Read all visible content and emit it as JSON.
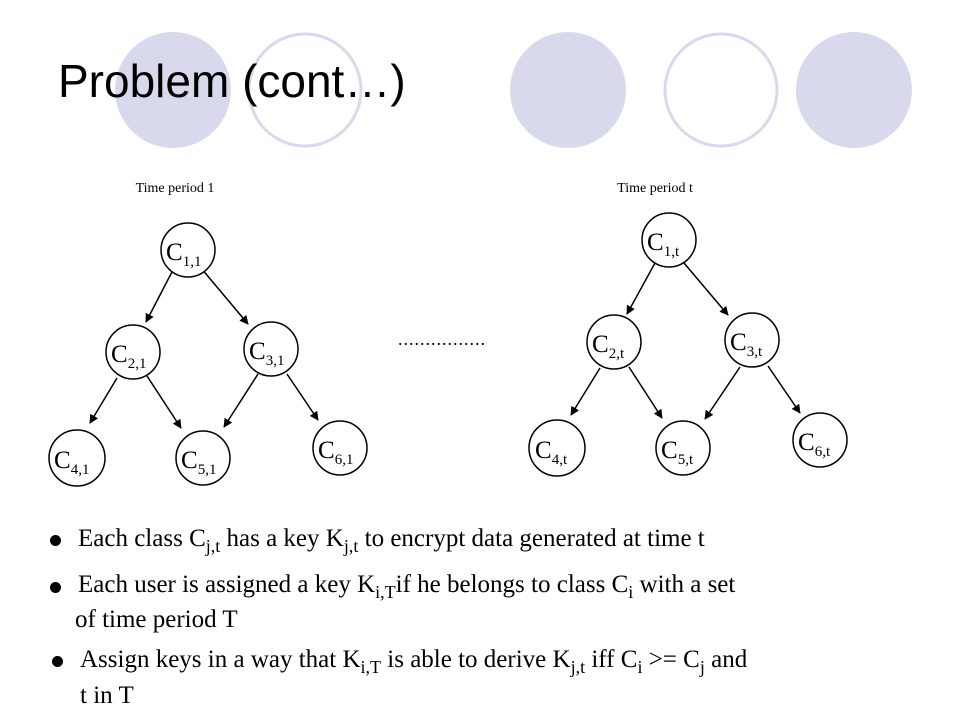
{
  "slide": {
    "title": "Problem (cont…)"
  },
  "diagram": {
    "periods": [
      {
        "label": "Time period 1",
        "nodes": [
          {
            "base": "C",
            "sub": "1,1"
          },
          {
            "base": "C",
            "sub": "2,1"
          },
          {
            "base": "C",
            "sub": "3,1"
          },
          {
            "base": "C",
            "sub": "4,1"
          },
          {
            "base": "C",
            "sub": "5,1"
          },
          {
            "base": "C",
            "sub": "6,1"
          }
        ]
      },
      {
        "label": "Time period t",
        "nodes": [
          {
            "base": "C",
            "sub": "1,t"
          },
          {
            "base": "C",
            "sub": "2,t"
          },
          {
            "base": "C",
            "sub": "3,t"
          },
          {
            "base": "C",
            "sub": "4,t"
          },
          {
            "base": "C",
            "sub": "5,t"
          },
          {
            "base": "C",
            "sub": "6,t"
          }
        ]
      }
    ],
    "edges": [
      [
        0,
        1
      ],
      [
        0,
        2
      ],
      [
        1,
        3
      ],
      [
        1,
        4
      ],
      [
        2,
        4
      ],
      [
        2,
        5
      ]
    ],
    "separator": "................"
  },
  "bullets": {
    "b1": {
      "pre": "Each class ",
      "c": "C",
      "c_sub": "j,t",
      "mid": " has a key ",
      "k": "K",
      "k_sub": "j,t",
      "post": " to encrypt data generated at time t"
    },
    "b2": {
      "pre": "Each user is assigned a key ",
      "k": "K",
      "k_sub": "i,T",
      "mid": "if he belongs to class ",
      "c": "C",
      "c_sub": "i",
      "post": " with a set",
      "line2": "of time period T"
    },
    "b3": {
      "pre": "Assign keys in a way that ",
      "k1": "K",
      "k1_sub": "i,T",
      "mid": " is able to derive ",
      "k2": "K",
      "k2_sub": "j,t",
      "iff": " iff ",
      "c1": "C",
      "c1_sub": "i",
      "ge": " >= ",
      "c2": "C",
      "c2_sub": "j",
      "post": " and",
      "line2": "t in T"
    }
  },
  "colors": {
    "circle_fill": "#d9d9ee",
    "circle_outline": "#d9d9ee"
  }
}
